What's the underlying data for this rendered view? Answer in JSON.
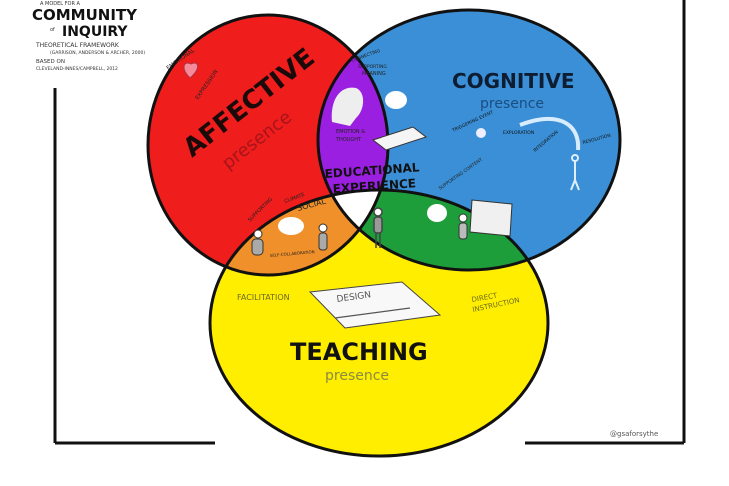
{
  "header": {
    "small_top": "A MODEL FOR A",
    "title_line1": "COMMUNITY",
    "of": "of",
    "title_line2": "INQUIRY",
    "framework": "THEORETICAL FRAMEWORK",
    "framework_citation": "(GARRISON, ANDERSON & ARCHER, 2000)",
    "based_on": "BASED ON",
    "based_on_citation": "CLEVELAND-INNES/CAMPBELL, 2012"
  },
  "circles": {
    "affective": {
      "title": "AFFECTIVE",
      "subtitle": "presence",
      "note_top": "EMOTIONAL",
      "note_bottom": "EXPRESSION",
      "color": "#f01d1d"
    },
    "cognitive": {
      "title": "COGNITIVE",
      "subtitle": "presence",
      "notes": [
        "TRIGGERING EVENT",
        "EXPLORATION",
        "INTEGRATION",
        "RESOLUTION"
      ],
      "color": "#3a8fd6"
    },
    "teaching": {
      "title": "TEACHING",
      "subtitle": "presence",
      "facilitation": "FACILITATION",
      "design": "DESIGN",
      "direct_line1": "DIRECT",
      "direct_line2": "INSTRUCTION",
      "color": "#ffee00"
    }
  },
  "overlaps": {
    "affective_cognitive": {
      "label_line1": "CONNECTING",
      "label_line2": "SUPPORTING",
      "label_line3": "MEANING",
      "note_line1": "EMOTION &",
      "note_line2": "THOUGHT",
      "color": "#9b1fe0"
    },
    "affective_teaching": {
      "label1": "SUPPORTING",
      "label2": "CLIMATE",
      "label3": "SOCIAL",
      "note": "SELF-COLLABORATION",
      "color": "#f0902a"
    },
    "cognitive_teaching": {
      "label": "SUPPORTING CONTENT",
      "color": "#1e9e3a"
    },
    "center": {
      "line1": "EDUCATIONAL",
      "line2": "EXPERIENCE",
      "color": "#ffffff"
    }
  },
  "signature": "@gsaforsythe"
}
